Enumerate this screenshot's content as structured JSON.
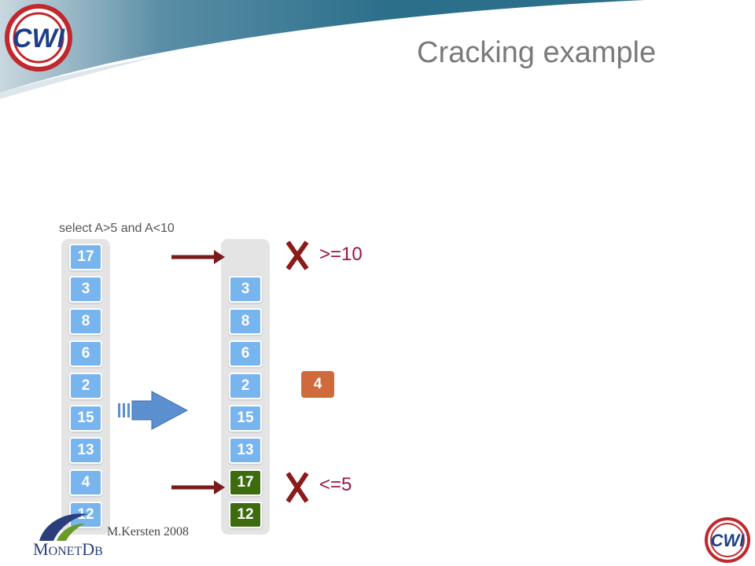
{
  "slide": {
    "title": "Cracking example",
    "query": "select A>5 and A<10",
    "footer": "M.Kersten 2008"
  },
  "logos": {
    "top": "CWI",
    "bottom": "CWI",
    "monetdb_big_m": "M",
    "monetdb_rest_onet": "ONET",
    "monetdb_big_d": "D",
    "monetdb_rest_b": "B"
  },
  "left_column": [
    "17",
    "3",
    "8",
    "6",
    "2",
    "15",
    "13",
    "4",
    "12"
  ],
  "right_column": [
    {
      "value": "3",
      "style": "blue"
    },
    {
      "value": "8",
      "style": "blue"
    },
    {
      "value": "6",
      "style": "blue"
    },
    {
      "value": "2",
      "style": "blue"
    },
    {
      "value": "15",
      "style": "blue"
    },
    {
      "value": "13",
      "style": "blue"
    },
    {
      "value": "17",
      "style": "green"
    },
    {
      "value": "12",
      "style": "green"
    }
  ],
  "pending_value": "4",
  "labels": {
    "upper": ">=10",
    "lower": "<=5"
  },
  "colors": {
    "cell_blue": "#78b4ee",
    "cell_green": "#3f6b0f",
    "cell_orange": "#cf6a3a",
    "label_red": "#9b1548",
    "x_mark": "#8b1a1a",
    "arrow": "#7a1a1a",
    "banner_blue": "#2c6f8a"
  }
}
